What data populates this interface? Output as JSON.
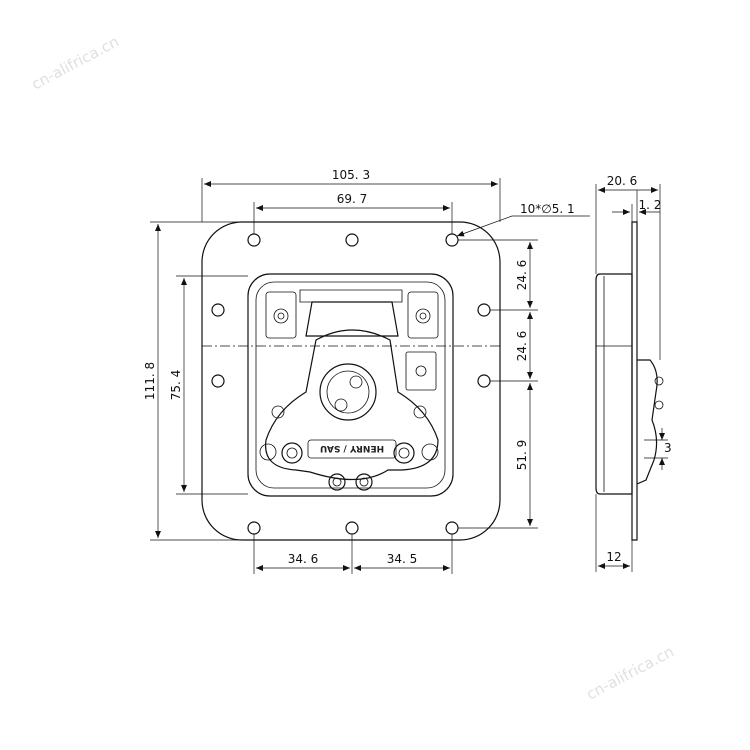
{
  "watermark": "cn-alifrica.cn",
  "brand": "HENRY / SAU",
  "front_view": {
    "overall_width": "105. 3",
    "hole_spacing_width": "69. 7",
    "hole_spec": "10*∅5. 1",
    "overall_height": "111. 8",
    "inner_height": "75. 4",
    "upper_hole_spacing": "24. 6",
    "middle_hole_spacing": "24. 6",
    "lower_hole_spacing": "51. 9",
    "bottom_left_spacing": "34. 6",
    "bottom_right_spacing": "34. 5"
  },
  "side_view": {
    "overall_depth": "20. 6",
    "flange_thickness": "1. 2",
    "latch_offset": "3",
    "body_depth": "12"
  }
}
